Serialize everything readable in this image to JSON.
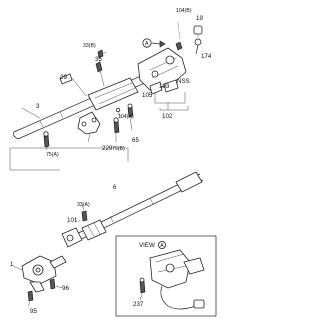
{
  "callouts": {
    "c104b": "104(B)",
    "c19": "19",
    "c174": "174",
    "cA1": "A",
    "c33b": "33(B)",
    "c35": "35",
    "c29": "29",
    "c105": "105",
    "c103": "103",
    "cnss": "NSS",
    "c102": "102",
    "c3": "3",
    "c104a": "104(A)",
    "c75a": "75(A)",
    "c229": "229",
    "c75b": "75(B)",
    "c65": "65",
    "c6": "6",
    "c33a": "33(A)",
    "c101": "101",
    "c1": "1",
    "c96": "96",
    "c95": "95",
    "c237": "237"
  },
  "view_box": {
    "title": "VIEW",
    "letter": "A"
  },
  "icons": [
    "arrow-icon",
    "circle-letter-icon",
    "bolt-icon"
  ]
}
